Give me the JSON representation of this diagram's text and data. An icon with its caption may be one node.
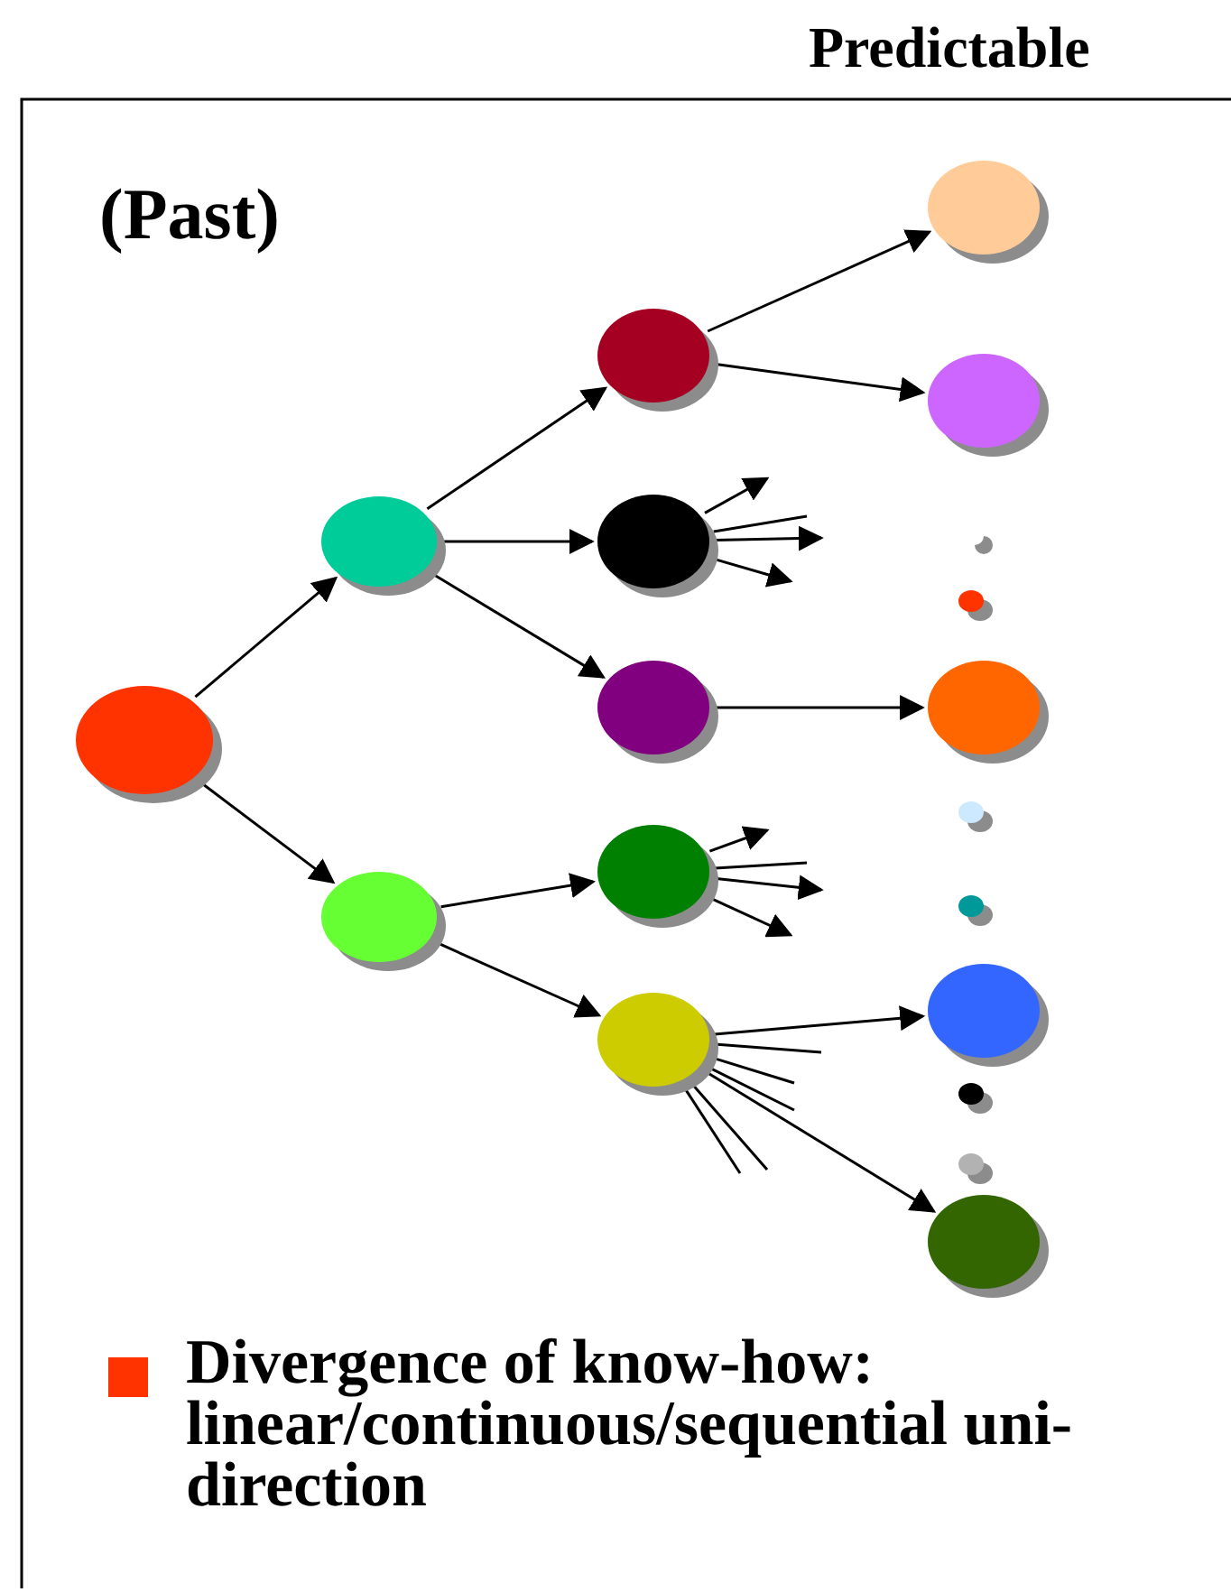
{
  "diagram": {
    "caption": "Divergence of know-how: linear/continuous/sequential uni-direction",
    "nodes": [
      {
        "text": [],
        "shape": "circle"
      },
      {
        "text": [],
        "shape": "circle"
      },
      {
        "text": [],
        "shape": "circle"
      },
      {
        "text": [],
        "shape": "circle"
      },
      {
        "text": [],
        "shape": "circle"
      },
      {
        "text": [],
        "shape": "circle"
      },
      {
        "text": [],
        "shape": "circle"
      },
      {
        "text": [],
        "shape": "circle"
      },
      {
        "text": [],
        "shape": "circle"
      },
      {
        "text": [],
        "shape": "circle"
      },
      {
        "text": [],
        "shape": "circle"
      },
      {
        "text": [],
        "shape": "circle"
      },
      {
        "text": [],
        "shape": "circle"
      },
      {
        "text": [],
        "shape": "circle"
      },
      {
        "text": [],
        "shape": "circle"
      },
      {
        "text": [],
        "shape": "circle"
      },
      {
        "text": [],
        "shape": "circle"
      },
      {
        "text": [],
        "shape": "circle"
      },
      {
        "text": [],
        "shape": "circle"
      }
    ],
    "edges": [
      {
        "from": 0,
        "to": 1,
        "arrow": "to"
      },
      {
        "from": 0,
        "to": 2,
        "arrow": "to"
      },
      {
        "from": 1,
        "to": 3,
        "arrow": "to"
      },
      {
        "from": 1,
        "to": 4,
        "arrow": "to"
      },
      {
        "from": 1,
        "to": 5,
        "arrow": "to"
      },
      {
        "from": 2,
        "to": 6,
        "arrow": "to"
      },
      {
        "from": 2,
        "to": 7,
        "arrow": "to"
      },
      {
        "from": 3,
        "to": 8,
        "arrow": "to"
      },
      {
        "from": 3,
        "to": 9,
        "arrow": "to"
      },
      {
        "from": 4,
        "to": null,
        "arrow": "to"
      },
      {
        "from": 4,
        "to": null,
        "arrow": "none"
      },
      {
        "from": 4,
        "to": null,
        "arrow": "to"
      },
      {
        "from": 4,
        "to": null,
        "arrow": "to"
      },
      {
        "from": 5,
        "to": 12,
        "arrow": "to"
      },
      {
        "from": 6,
        "to": null,
        "arrow": "to"
      },
      {
        "from": 6,
        "to": null,
        "arrow": "none"
      },
      {
        "from": 6,
        "to": null,
        "arrow": "to"
      },
      {
        "from": 6,
        "to": null,
        "arrow": "to"
      },
      {
        "from": 7,
        "to": 15,
        "arrow": "to"
      },
      {
        "from": 7,
        "to": null,
        "arrow": "none"
      },
      {
        "from": 7,
        "to": null,
        "arrow": "none"
      },
      {
        "from": 7,
        "to": null,
        "arrow": "none"
      },
      {
        "from": 7,
        "to": null,
        "arrow": "none"
      },
      {
        "from": 7,
        "to": null,
        "arrow": "none"
      },
      {
        "from": 7,
        "to": 18,
        "arrow": "to"
      }
    ],
    "labels": [
      "Predictable",
      "(Past)"
    ]
  }
}
